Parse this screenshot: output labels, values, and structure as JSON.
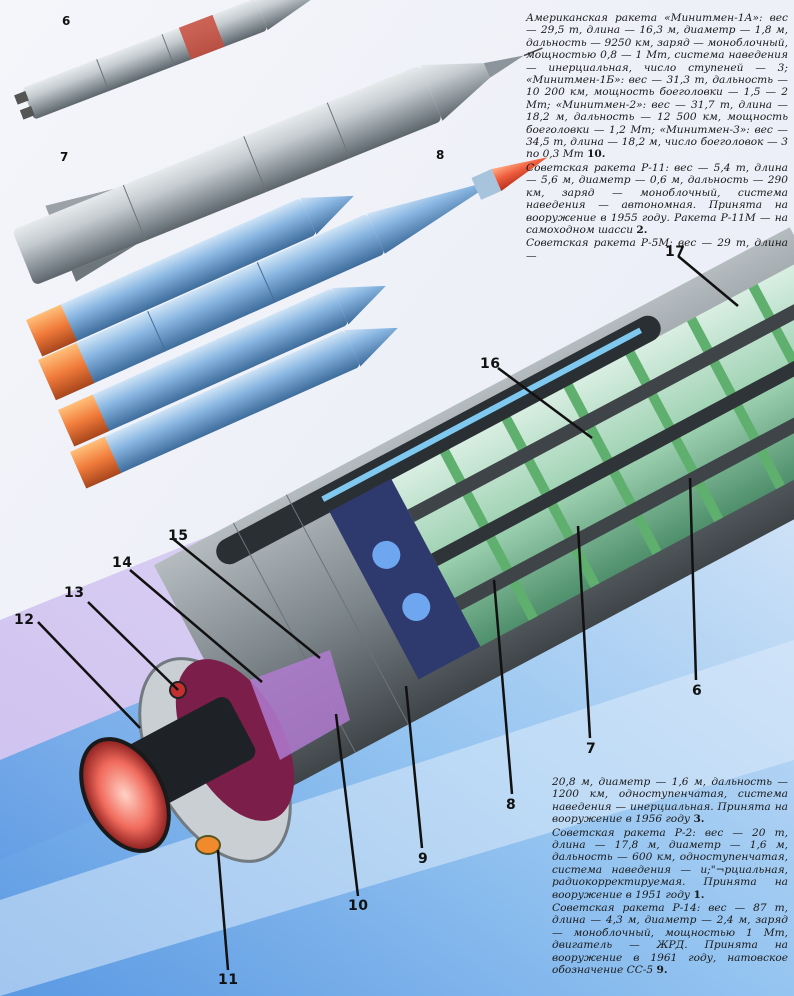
{
  "figure_numbers": {
    "n6": "6",
    "n7": "7",
    "n8": "8"
  },
  "callouts": {
    "c6": "6",
    "c7": "7",
    "c8": "8",
    "c9": "9",
    "c10": "10",
    "c11": "11",
    "c12": "12",
    "c13": "13",
    "c14": "14",
    "c15": "15",
    "c16": "16",
    "c17": "17"
  },
  "caption_top": {
    "p1": "Американская ракета «Минитмен-1А»: вес — 29,5 т, длина — 16,3 м, диаметр — 1,8 м, дальность — 9250 км, заряд — моноблочный, мощностью 0,8 — 1 Мт, система наведения — инерциальная, число ступеней — 3; «Минитмен-1Б»: вес — 31,3 т, дальность — 10 200 км, мощность боеголовки — 1,5 — 2 Мт; «Минитмен-2»: вес — 31,7 т, длина — 18,2 м, дальность — 12 500 км, мощность боеголовки — 1,2 Мт; «Минитмен-3»: вес — 34,5 т, длина — 18,2 м, число боеголовок — 3 по 0,3 Мт",
    "p1_ref": "10.",
    "p2": "Советская ракета Р-11: вес — 5,4 т, длина — 5,6 м, диаметр — 0,6 м, дальность — 290 км, заряд — моноблочный, система наведения — автономная. Принята на вооружение в 1955 году. Ракета Р-11М — на самоходном шасси",
    "p2_ref": "2.",
    "p3": "Советская ракета Р-5М: вес — 29 т, длина —"
  },
  "caption_bottom": {
    "p1": "20,8 м, диаметр — 1,6 м, дальность — 1200 км, одноступенчатая, система наведения — инерциальная. Принята на вооружение в 1956 году",
    "p1_ref": "3.",
    "p2": "Советская ракета Р-2: вес — 20 т, длина — 17,8 м, диаметр — 1,6 м, дальность — 600 км, одноступенчатая, система наведения — и;\"¬рциальная, радиокорректируемая. Принята на вооружение в 1951 году",
    "p2_ref": "1.",
    "p3": "Советская ракета Р-14: вес — 87 т, длина — 4,3 м, диаметр — 2,4 м, заряд — моноблочный, мощностью 1 Мт, двигатель — ЖРД. Принята на вооружение в 1961 году, натовское обозначение СС-5",
    "p3_ref": "9."
  },
  "colors": {
    "background": "#eef2f8",
    "sky_band": "#7fb0e6",
    "violet_band": "#b7a6e4",
    "steel": "#a7b0b5",
    "nose_red": "#e8533a",
    "nozzle_red": "#f06a5c",
    "frame_green": "#7ec58a"
  }
}
